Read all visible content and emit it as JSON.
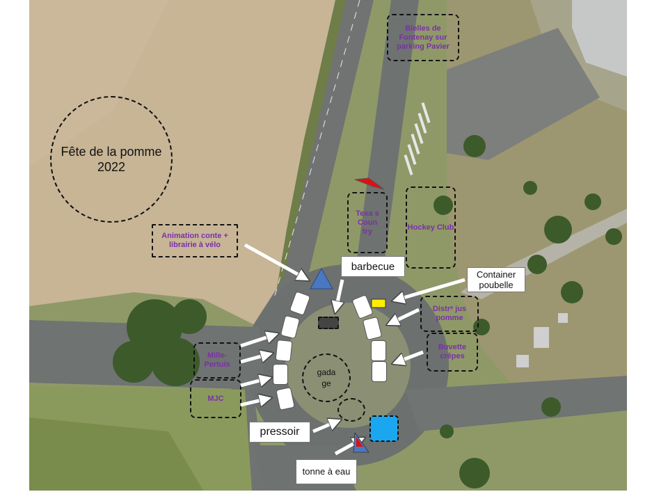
{
  "title": "Fête de la pomme 2022",
  "labels": {
    "bielles": "Bielles de Fontenay sur parking Pavier",
    "texas": "Texa s Coun try",
    "hockey": "Hockey Club",
    "animation": "Animation conte + librairie à vélo",
    "barbecue": "barbecue",
    "container": "Container poubelle",
    "distr": "Distrᵉ jus pomme",
    "buvette": "Buvette crêpes",
    "mille": "Mille-Pertuis",
    "mjc": "MJC",
    "gadage": "gada ge",
    "pressoir": "pressoir",
    "tonne": "tonne à eau"
  },
  "colors": {
    "label_text": "#7a30a8",
    "triangle": "#4a78c0",
    "water": "#1aa7f0",
    "container": "#ffee00",
    "red_marker": "#e01010"
  }
}
